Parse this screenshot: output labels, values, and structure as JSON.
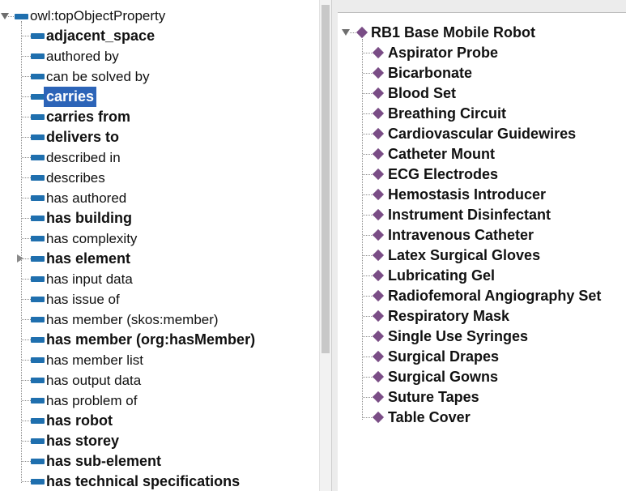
{
  "object_property_tree": {
    "root": "owl:topObjectProperty",
    "items": [
      {
        "label": "adjacent_space",
        "bold": true
      },
      {
        "label": "authored by",
        "bold": false
      },
      {
        "label": "can be solved by",
        "bold": false
      },
      {
        "label": "carries",
        "bold": true,
        "selected": true
      },
      {
        "label": "carries from",
        "bold": true
      },
      {
        "label": "delivers to",
        "bold": true
      },
      {
        "label": "described in",
        "bold": false
      },
      {
        "label": "describes",
        "bold": false
      },
      {
        "label": "has authored",
        "bold": false
      },
      {
        "label": "has building",
        "bold": true
      },
      {
        "label": "has complexity",
        "bold": false
      },
      {
        "label": "has element",
        "bold": true,
        "expandable": true
      },
      {
        "label": "has input data",
        "bold": false
      },
      {
        "label": "has issue of",
        "bold": false
      },
      {
        "label": "has member (skos:member)",
        "bold": false
      },
      {
        "label": "has member (org:hasMember)",
        "bold": true
      },
      {
        "label": "has member list",
        "bold": false
      },
      {
        "label": "has output data",
        "bold": false
      },
      {
        "label": "has problem of",
        "bold": false
      },
      {
        "label": "has robot",
        "bold": true
      },
      {
        "label": "has storey",
        "bold": true
      },
      {
        "label": "has sub-element",
        "bold": true
      },
      {
        "label": "has technical specifications",
        "bold": true
      }
    ]
  },
  "individual_tree": {
    "root": "RB1 Base Mobile Robot",
    "items": [
      "Aspirator Probe",
      "Bicarbonate",
      "Blood Set",
      "Breathing Circuit",
      "Cardiovascular Guidewires",
      "Catheter Mount",
      "ECG Electrodes",
      "Hemostasis Introducer",
      "Instrument Disinfectant",
      "Intravenous Catheter",
      "Latex Surgical Gloves",
      "Lubricating Gel",
      "Radiofemoral Angiography Set",
      "Respiratory Mask",
      "Single Use Syringes",
      "Surgical Drapes",
      "Surgical Gowns",
      "Suture Tapes",
      "Table Cover"
    ]
  },
  "colors": {
    "property_icon": "#1f6fae",
    "individual_icon": "#7a4d86",
    "selection": "#2c64b8"
  }
}
